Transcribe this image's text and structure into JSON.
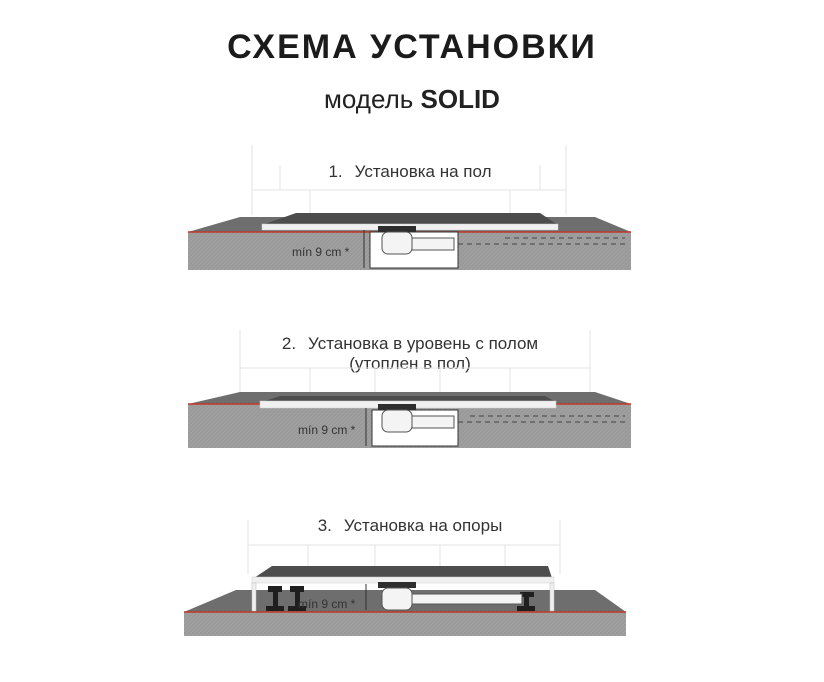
{
  "header": {
    "title": "СХЕМА УСТАНОВКИ",
    "subtitle_prefix": "модель",
    "subtitle_model": "SOLID"
  },
  "steps": [
    {
      "number": "1.",
      "label": "Установка на пол",
      "label_line2": "",
      "measure": "mín 9 cm *"
    },
    {
      "number": "2.",
      "label": "Установка в уровень с полом",
      "label_line2": "(утоплен в пол)",
      "measure": "mín 9 cm *"
    },
    {
      "number": "3.",
      "label": "Установка на опоры",
      "label_line2": "",
      "measure": "mín 9 cm *"
    }
  ],
  "colors": {
    "floor": "#9c9c9c",
    "floor_top": "#6e6e6e",
    "tray": "#4d4d4d",
    "tray_edge": "#f2f2f2",
    "accent_red": "#c0392b",
    "wall_lines": "#e3e3e3"
  }
}
